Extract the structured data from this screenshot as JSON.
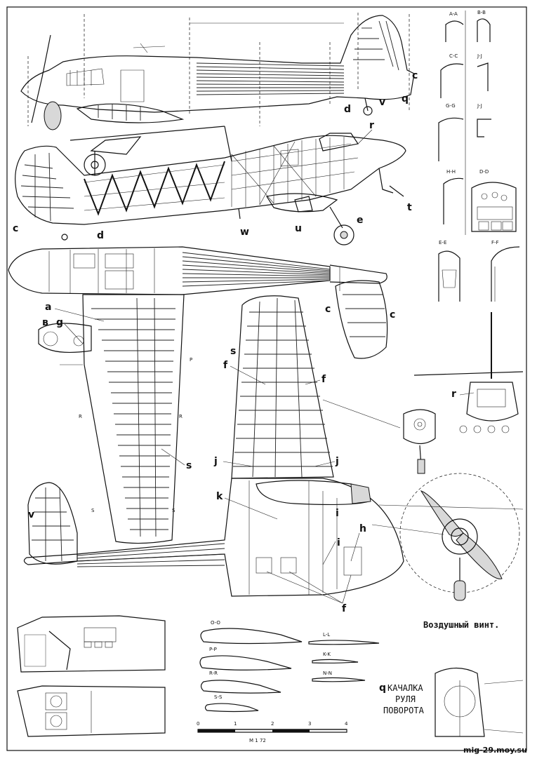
{
  "labels": {
    "a": "a",
    "b": "в",
    "c": "c",
    "d": "d",
    "e": "e",
    "f": "f",
    "g": "g",
    "h": "h",
    "i": "i",
    "j": "j",
    "k": "k",
    "q": "q",
    "r": "r",
    "s": "s",
    "t": "t",
    "u": "u",
    "v": "v",
    "w": "w"
  },
  "sections": [
    "A-A",
    "B-B",
    "C-C",
    "J-J",
    "G-G",
    "H-H",
    "D-D",
    "E-E",
    "F-F"
  ],
  "airfoils": [
    "O-O",
    "P-P",
    "R-R",
    "S-S",
    "L-L",
    "K-K",
    "N-N"
  ],
  "scale": {
    "ticks": [
      "0",
      "1",
      "2",
      "3",
      "4"
    ],
    "label": "M  1 72"
  },
  "captions": {
    "propeller": "Воздушный винт.",
    "rudder_horn_line1": "КАЧАЛКА",
    "rudder_horn_line2": "РУЛЯ",
    "rudder_horn_line3": "ПОВОРОТА"
  },
  "watermark": "mig-29.moy.su"
}
